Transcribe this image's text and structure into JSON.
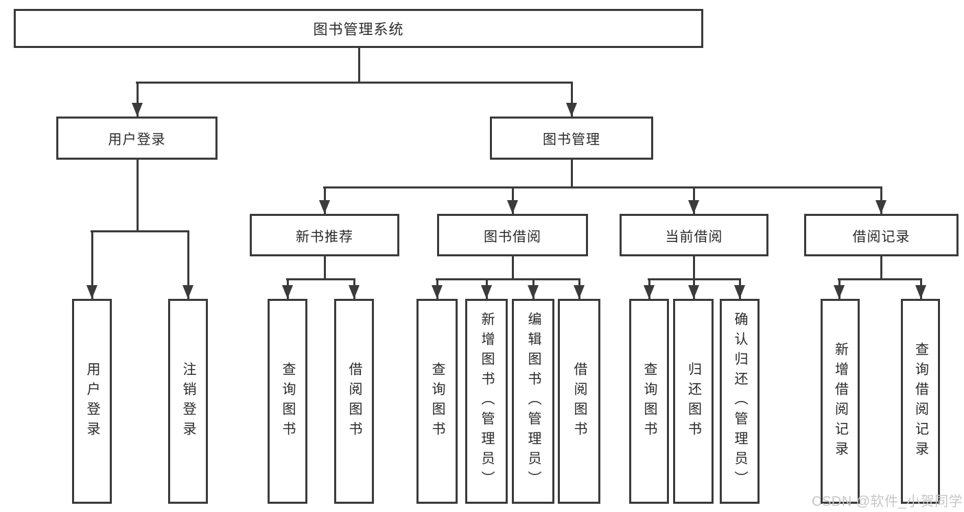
{
  "diagram": {
    "root": {
      "label": "图书管理系统"
    },
    "level2": [
      {
        "label": "用户登录"
      },
      {
        "label": "图书管理"
      }
    ],
    "level3": [
      {
        "label": "新书推荐"
      },
      {
        "label": "图书借阅"
      },
      {
        "label": "当前借阅"
      },
      {
        "label": "借阅记录"
      }
    ],
    "leaves": {
      "user_login": [
        "用户登录",
        "注销登录"
      ],
      "new_book": [
        "查询图书",
        "借阅图书"
      ],
      "book_borrow": [
        "查询图书",
        "新增图书（管理员）",
        "编辑图书（管理员）",
        "借阅图书"
      ],
      "current_borrow": [
        "查询图书",
        "归还图书",
        "确认归还（管理员）"
      ],
      "borrow_record": [
        "新增借阅记录",
        "查询借阅记录"
      ]
    }
  },
  "watermark": {
    "label": "CSDN @软件_小贺同学"
  },
  "colors": {
    "line": "#3b3b3b",
    "text": "#2a2a2a",
    "watermark": "#c6c6c6",
    "background": "#ffffff"
  }
}
